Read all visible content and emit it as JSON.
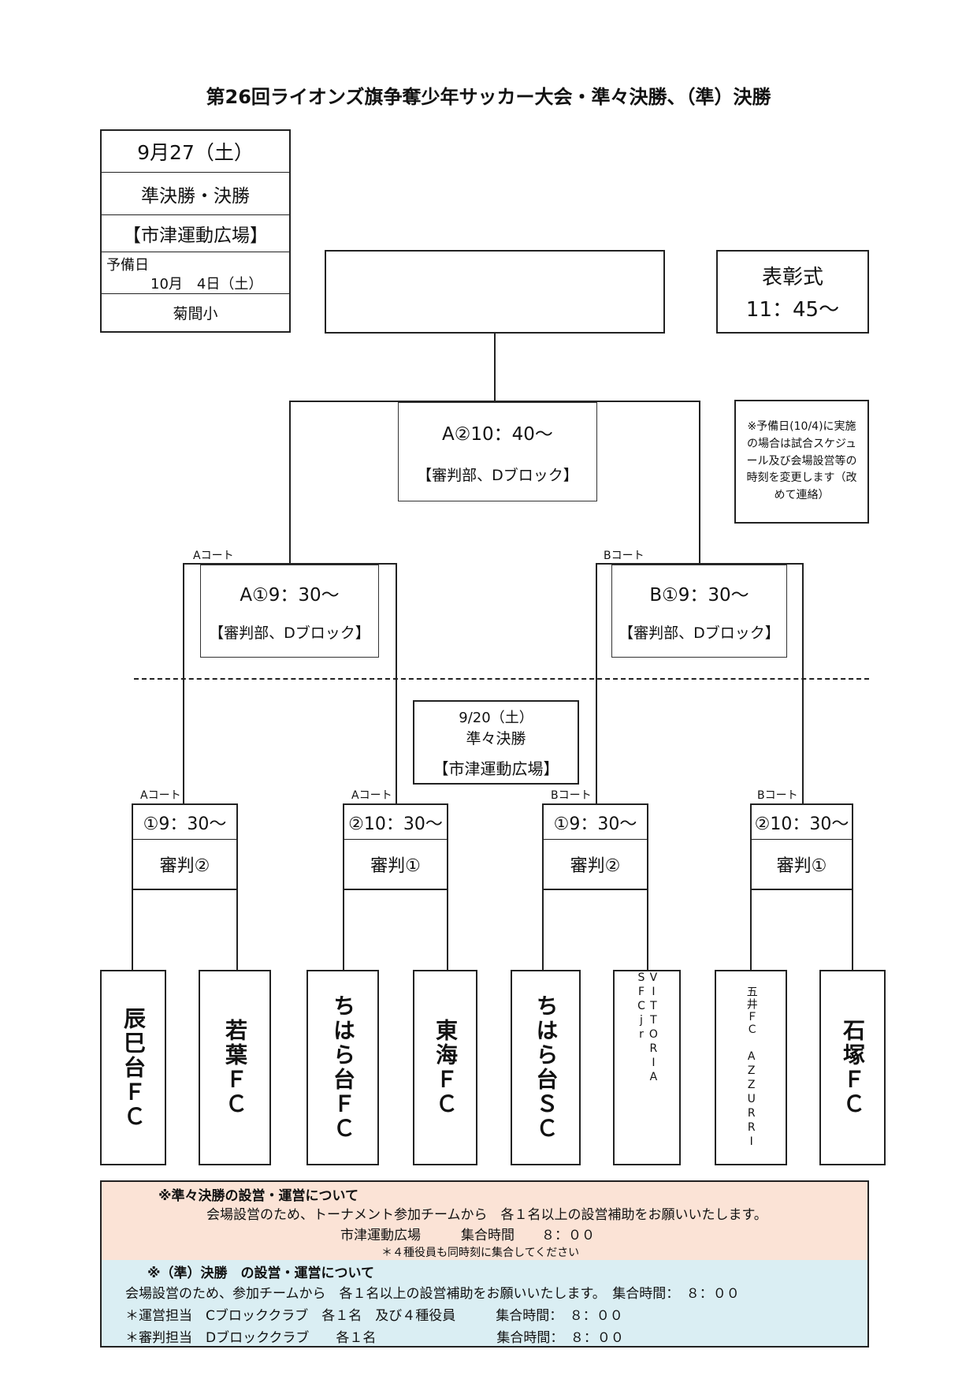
{
  "title": "第26回ライオンズ旗争奪少年サッカー大会・準々決勝、（準）決勝",
  "final_info": {
    "date": "9月27（土）",
    "round": "準決勝・決勝",
    "venue": "【市津運動広場】",
    "reserve_label": "予備日",
    "reserve_date": "10月　4日（土）",
    "reserve_venue": "菊間小"
  },
  "ceremony": {
    "label": "表彰式",
    "time": "11：45～"
  },
  "reserve_note": "※予備日(10/4)に実施の場合は試合スケジュール及び会場設営等の時刻を変更します（改めて連絡）",
  "final_match": {
    "time": "A②10：40～",
    "referee": "【審判部、Dブロック】"
  },
  "semi_matches": [
    {
      "court": "Aコート",
      "time": "A①9：30～",
      "referee": "【審判部、Dブロック】"
    },
    {
      "court": "Bコート",
      "time": "B①9：30～",
      "referee": "【審判部、Dブロック】"
    }
  ],
  "qf_info": {
    "date": "9/20（土）",
    "round": "準々決勝",
    "venue": "【市津運動広場】"
  },
  "qf_matches": [
    {
      "court": "Aコート",
      "time": "①9：30～",
      "referee": "審判②"
    },
    {
      "court": "Aコート",
      "time": "②10：30～",
      "referee": "審判①"
    },
    {
      "court": "Bコート",
      "time": "①9：30～",
      "referee": "審判②"
    },
    {
      "court": "Bコート",
      "time": "②10：30～",
      "referee": "審判①"
    }
  ],
  "teams": [
    "辰巳台ＦＣ",
    "若葉ＦＣ",
    "ちはら台ＦＣ",
    "東海ＦＣ",
    "ちはら台ＳＣ",
    "VITTORIA SFCjr",
    "五井ＦＣ AZZURRI",
    "石塚ＦＣ"
  ],
  "notes": {
    "qf_heading": "※準々決勝の設営・運営について",
    "qf_line1": "会場設営のため、トーナメント参加チームから　各１名以上の設営補助をお願いいたします。",
    "qf_line2": "市津運動広場　　　集合時間　　８：００",
    "qf_line3": "＊４種役員も同時刻に集合してください",
    "final_heading": "※（準）決勝　の設営・運営について",
    "final_line1": "会場設営のため、参加チームから　各１名以上の設営補助をお願いいたします。　集合時間：　８：００",
    "final_line2": "＊運営担当　Cブロッククラブ　各１名　及び４種役員　　　集合時間：　８：００",
    "final_line3": "＊審判担当　Dブロッククラブ　　各１名　　　　　　　　　集合時間：　８：００"
  },
  "colors": {
    "qf_note_bg": "#fbe3d6",
    "final_note_bg": "#daeef3",
    "line": "#222222"
  }
}
